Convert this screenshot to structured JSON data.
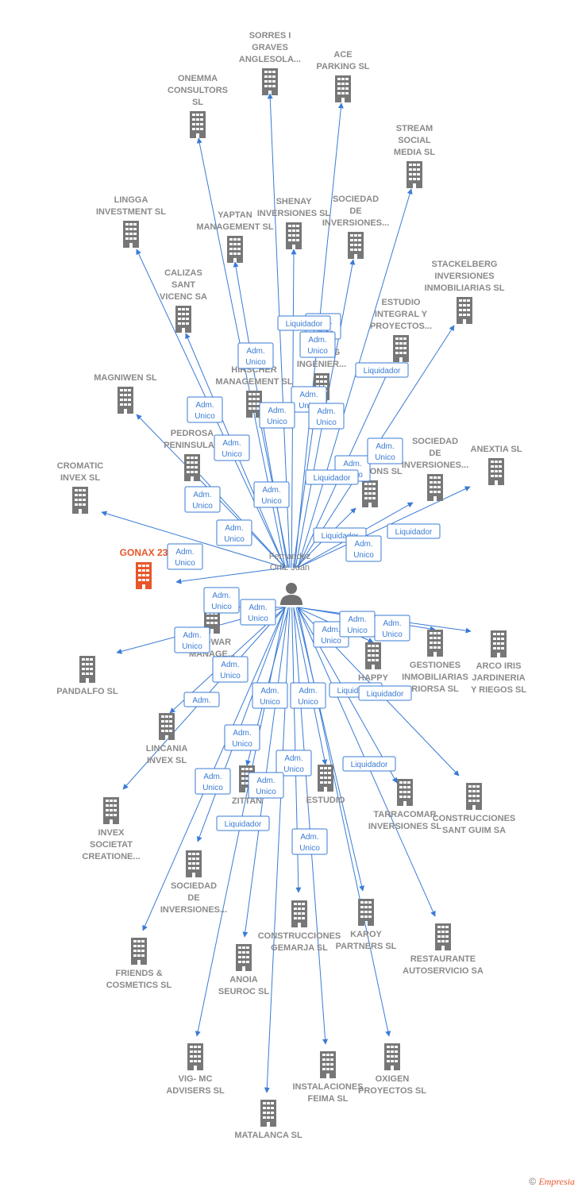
{
  "person": {
    "name_lines": [
      "Fernandez",
      "Ortiz Juan"
    ]
  },
  "footer": {
    "copyright": "©",
    "brand": "Empresia"
  },
  "colors": {
    "edge": "#3a7bd5",
    "building": "#777777",
    "focus": "#e8562a",
    "label": "#8a8a8a"
  },
  "companies": [
    {
      "id": "sorres",
      "lines": [
        "SORRES I",
        "GRAVES",
        "ANGLESOLA..."
      ]
    },
    {
      "id": "ace",
      "lines": [
        "ACE",
        "PARKING  SL"
      ]
    },
    {
      "id": "onemma",
      "lines": [
        "ONEMMA",
        "CONSULTORS",
        "SL"
      ]
    },
    {
      "id": "stream",
      "lines": [
        "STREAM",
        "SOCIAL",
        "MEDIA SL"
      ]
    },
    {
      "id": "lingga",
      "lines": [
        "LINGGA",
        "INVESTMENT SL"
      ]
    },
    {
      "id": "yaptan",
      "lines": [
        "YAPTAN",
        "MANAGEMENT SL"
      ]
    },
    {
      "id": "shenay",
      "lines": [
        "SHENAY",
        "INVERSIONES SL"
      ]
    },
    {
      "id": "sociedad1",
      "lines": [
        "SOCIEDAD",
        "DE",
        "INVERSIONES..."
      ]
    },
    {
      "id": "stackelberg",
      "lines": [
        "STACKELBERG",
        "INVERSIONES",
        "INMOBILIARIAS SL"
      ]
    },
    {
      "id": "calizas",
      "lines": [
        "CALIZAS",
        "SANT",
        "VICENC SA"
      ]
    },
    {
      "id": "estudio_integral",
      "lines": [
        "ESTUDIO",
        "INTEGRAL Y",
        "PROYECTOS..."
      ]
    },
    {
      "id": "erlang",
      "lines": [
        "ERLANG",
        "INGENIER..."
      ]
    },
    {
      "id": "hirscher",
      "lines": [
        "HIRSCHER",
        "MANAGEMENT SL"
      ]
    },
    {
      "id": "magniwen",
      "lines": [
        "MAGNIWEN SL"
      ]
    },
    {
      "id": "pedrosa",
      "lines": [
        "PEDROSA",
        "PENINSULAR"
      ]
    },
    {
      "id": "rent",
      "lines": [
        "RENT",
        "SOLUTIONS SL"
      ]
    },
    {
      "id": "sociedad2",
      "lines": [
        "SOCIEDAD",
        "DE",
        "INVERSIONES..."
      ]
    },
    {
      "id": "anextia",
      "lines": [
        "ANEXTIA SL"
      ]
    },
    {
      "id": "cromatic",
      "lines": [
        "CROMATIC",
        "INVEX  SL"
      ]
    },
    {
      "id": "gonax",
      "lines": [
        "GONAX 23"
      ],
      "focus": true
    },
    {
      "id": "ludwar",
      "lines": [
        "LUDWAR",
        "MANAGE..."
      ]
    },
    {
      "id": "pandalfo",
      "lines": [
        "PANDALFO SL"
      ]
    },
    {
      "id": "gestiones",
      "lines": [
        "GESTIONES",
        "INMOBILIARIAS",
        "RIORSA  SL"
      ]
    },
    {
      "id": "arco",
      "lines": [
        "ARCO IRIS",
        "JARDINERIA",
        "Y RIEGOS SL"
      ]
    },
    {
      "id": "happy",
      "lines": [
        "HAPPY",
        "ILERDA SL"
      ]
    },
    {
      "id": "lincania",
      "lines": [
        "LINCANIA",
        "INVEX  SL"
      ]
    },
    {
      "id": "zittan",
      "lines": [
        "ZITTAN"
      ]
    },
    {
      "id": "estudio2",
      "lines": [
        "ESTUDIO"
      ]
    },
    {
      "id": "tarracomar",
      "lines": [
        "TARRACOMAR",
        "INVERSIONES SL"
      ]
    },
    {
      "id": "construcciones_sg",
      "lines": [
        "CONSTRUCCIONES",
        "SANT GUIM SA"
      ]
    },
    {
      "id": "invex_soc",
      "lines": [
        "INVEX",
        "SOCIETAT",
        "CREATIONE..."
      ]
    },
    {
      "id": "sociedad3",
      "lines": [
        "SOCIEDAD",
        "DE",
        "INVERSIONES..."
      ]
    },
    {
      "id": "gemarja",
      "lines": [
        "CONSTRUCCIONES",
        "GEMARJA SL"
      ]
    },
    {
      "id": "karoy",
      "lines": [
        "KAROY",
        "PARTNERS SL"
      ]
    },
    {
      "id": "restaurante",
      "lines": [
        "RESTAURANTE",
        "AUTOSERVICIO SA"
      ]
    },
    {
      "id": "friends",
      "lines": [
        "FRIENDS &",
        "COSMETICS SL"
      ]
    },
    {
      "id": "anoia",
      "lines": [
        "ANOIA",
        "SEUROC SL"
      ]
    },
    {
      "id": "vig",
      "lines": [
        "VIG- MC",
        "ADVISERS SL"
      ]
    },
    {
      "id": "instalaciones",
      "lines": [
        "INSTALACIONES",
        "FEIMA SL"
      ]
    },
    {
      "id": "oxigen",
      "lines": [
        "OXIGEN",
        "PROYECTOS SL"
      ]
    },
    {
      "id": "matalanca",
      "lines": [
        "MATALANCA SL"
      ]
    },
    {
      "id": "unlabeled",
      "lines": []
    }
  ],
  "edge_labels": [
    {
      "lines": [
        "Adm.",
        "Unico"
      ]
    },
    {
      "lines": [
        "Liquidador"
      ]
    },
    {
      "lines": [
        "Adm.",
        "Unico"
      ]
    },
    {
      "lines": [
        "Liquidador"
      ]
    },
    {
      "lines": [
        "Adm.",
        "Unico"
      ]
    },
    {
      "lines": [
        "Adm.",
        "Unico"
      ]
    },
    {
      "lines": [
        "Adm.",
        "Unico"
      ]
    },
    {
      "lines": [
        "Adm.",
        "Unico"
      ]
    },
    {
      "lines": [
        "Adm.",
        "Unico"
      ]
    },
    {
      "lines": [
        "Adm.",
        "Unico"
      ]
    },
    {
      "lines": [
        "Adm.",
        "Unico"
      ]
    },
    {
      "lines": [
        "Adm.",
        "Unico"
      ]
    },
    {
      "lines": [
        "Liquidador"
      ]
    },
    {
      "lines": [
        "Adm.",
        "Unico"
      ]
    },
    {
      "lines": [
        "Adm.",
        "Unico"
      ]
    },
    {
      "lines": [
        "Liquidador"
      ]
    },
    {
      "lines": [
        "Liquidador"
      ]
    },
    {
      "lines": [
        "Adm.",
        "Unico"
      ]
    },
    {
      "lines": [
        "Adm.",
        "Unico"
      ]
    },
    {
      "lines": [
        "Adm.",
        "Unico"
      ]
    },
    {
      "lines": [
        "Adm.",
        "Unico"
      ]
    },
    {
      "lines": [
        "Adm.",
        "Unico"
      ]
    },
    {
      "lines": [
        "Adm.",
        "Unico"
      ]
    },
    {
      "lines": [
        "Adm.",
        "Unico"
      ]
    },
    {
      "lines": [
        "Adm.",
        "Unico"
      ]
    },
    {
      "lines": [
        "Adm.",
        "Unico"
      ]
    },
    {
      "lines": [
        "Liquidador"
      ]
    },
    {
      "lines": [
        "Liquidador"
      ]
    },
    {
      "lines": [
        "Adm."
      ]
    },
    {
      "lines": [
        "Adm.",
        "Unico"
      ]
    },
    {
      "lines": [
        "Adm.",
        "Unico"
      ]
    },
    {
      "lines": [
        "Adm.",
        "Unico"
      ]
    },
    {
      "lines": [
        "Adm.",
        "Unico"
      ]
    },
    {
      "lines": [
        "Adm.",
        "Unico"
      ]
    },
    {
      "lines": [
        "Liquidador"
      ]
    },
    {
      "lines": [
        "Liquidador"
      ]
    },
    {
      "lines": [
        "Adm.",
        "Unico"
      ]
    },
    {
      "lines": [
        "Adm.",
        "Unico"
      ]
    },
    {
      "lines": [
        "Adm.",
        "Unico"
      ]
    }
  ]
}
